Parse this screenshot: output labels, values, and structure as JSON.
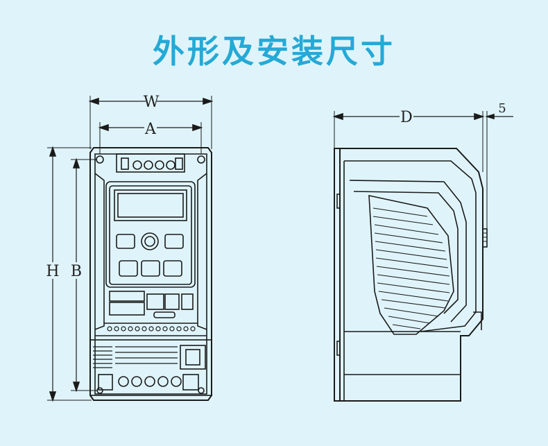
{
  "title": "外形及安装尺寸",
  "dimensions": {
    "width": "W",
    "mount_width": "A",
    "height": "H",
    "mount_height": "B",
    "depth": "D",
    "clearance": "5"
  },
  "colors": {
    "background": "#dff4fa",
    "title": "#25a9d6",
    "line": "#1a1a1a"
  }
}
